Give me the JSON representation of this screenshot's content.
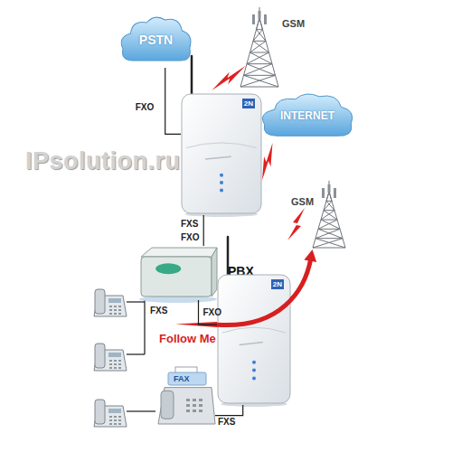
{
  "diagram": {
    "nodes": [
      {
        "text": [
          "PSTN"
        ]
      },
      {
        "text": [
          "GSM"
        ]
      },
      {
        "text": [
          "2N"
        ]
      },
      {
        "text": [
          "INTERNET"
        ]
      },
      {
        "text": [
          "PBX"
        ]
      },
      {
        "text": [
          "GSM"
        ]
      },
      {
        "text": [
          "2N"
        ]
      },
      {
        "text": [
          "FAX"
        ]
      }
    ],
    "edges": [
      {
        "from": 0,
        "to": 2,
        "arrow": "none",
        "label": "FXO"
      },
      {
        "from": 2,
        "to": 1,
        "arrow": "none"
      },
      {
        "from": 2,
        "to": 3,
        "arrow": "none"
      },
      {
        "from": 2,
        "to": 4,
        "arrow": "none"
      },
      {
        "from": 4,
        "to": 6,
        "arrow": "none",
        "label": "FXO"
      },
      {
        "from": 6,
        "to": 5,
        "arrow": "to",
        "label": "Follow Me"
      },
      {
        "from": 7,
        "to": 6,
        "arrow": "none",
        "label": "FXS"
      }
    ],
    "labels": [
      "IPsolution.ru",
      "FXS",
      "FXO",
      "FXS"
    ]
  }
}
